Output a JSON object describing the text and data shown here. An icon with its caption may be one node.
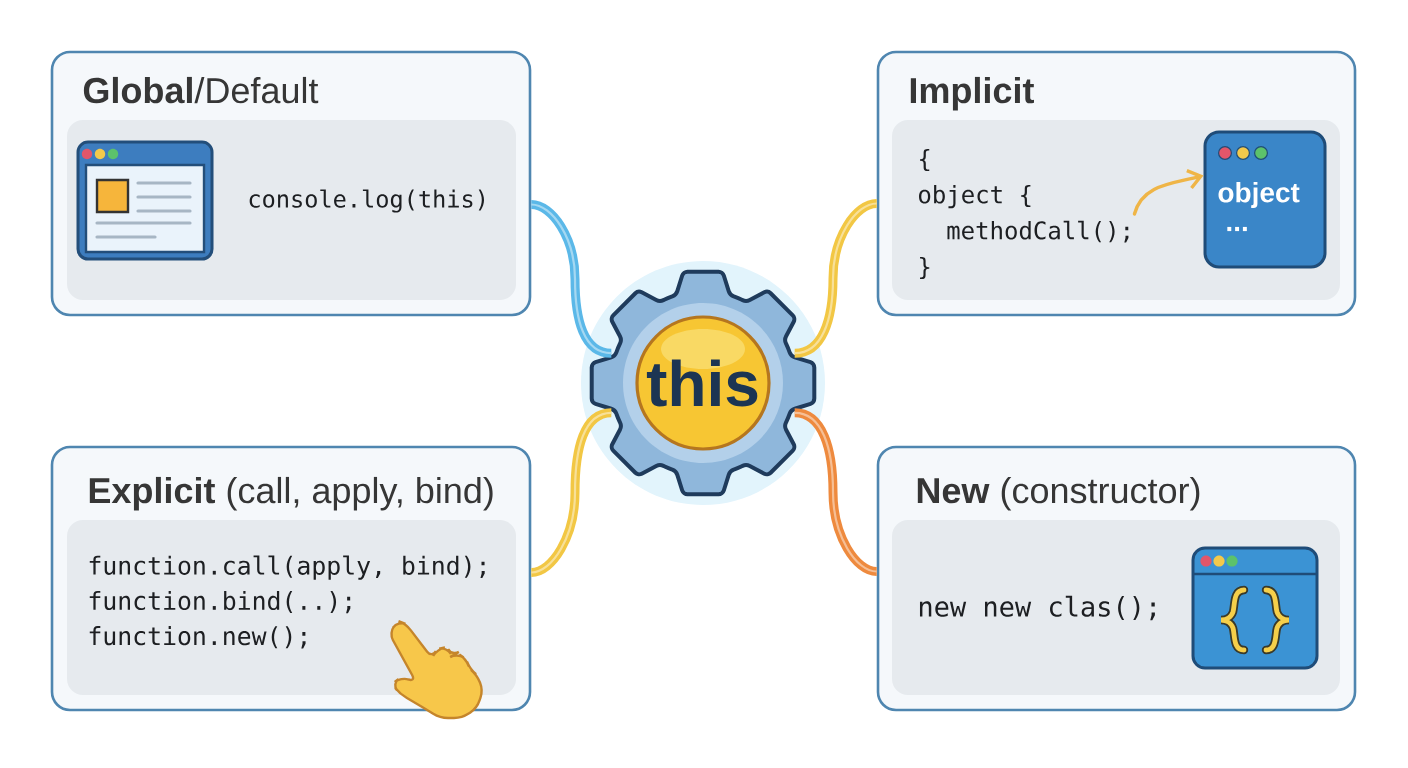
{
  "diagram": {
    "nodes": [
      {
        "text": [
          "**Global**/Default"
        ]
      },
      {
        "text": [
          "console.log(this)"
        ],
        "in": 0
      },
      {
        "text": [
          "Implicit"
        ]
      },
      {
        "text": [],
        "shape": "box",
        "in": 2
      },
      {
        "text": [
          "{",
          "object {",
          "methodCall();",
          "}"
        ],
        "in": 3
      },
      {
        "text": [
          "object",
          "..."
        ],
        "in": 3
      },
      {
        "text": [
          "this"
        ]
      },
      {
        "text": [
          "**Explicit** (call, apply, bind)"
        ]
      },
      {
        "text": [
          "function.call(apply, bind);",
          "function.bind(..);",
          "function.new();"
        ],
        "in": 7
      },
      {
        "text": [
          "**New** (constructor)"
        ]
      },
      {
        "text": [
          "new new clas();"
        ],
        "in": 9
      }
    ],
    "edges": [
      {
        "from": 6,
        "to": 0,
        "arrow": "none",
        "color": "#5bb8e8"
      },
      {
        "from": 6,
        "to": 2,
        "arrow": "none",
        "color": "#f2c744"
      },
      {
        "from": 6,
        "to": 7,
        "arrow": "none",
        "color": "#f2c744"
      },
      {
        "from": 6,
        "to": 9,
        "arrow": "none",
        "color": "#ee8a3e"
      },
      {
        "from": 4,
        "to": 5,
        "arrow": "to",
        "color": "#efb547"
      }
    ]
  }
}
